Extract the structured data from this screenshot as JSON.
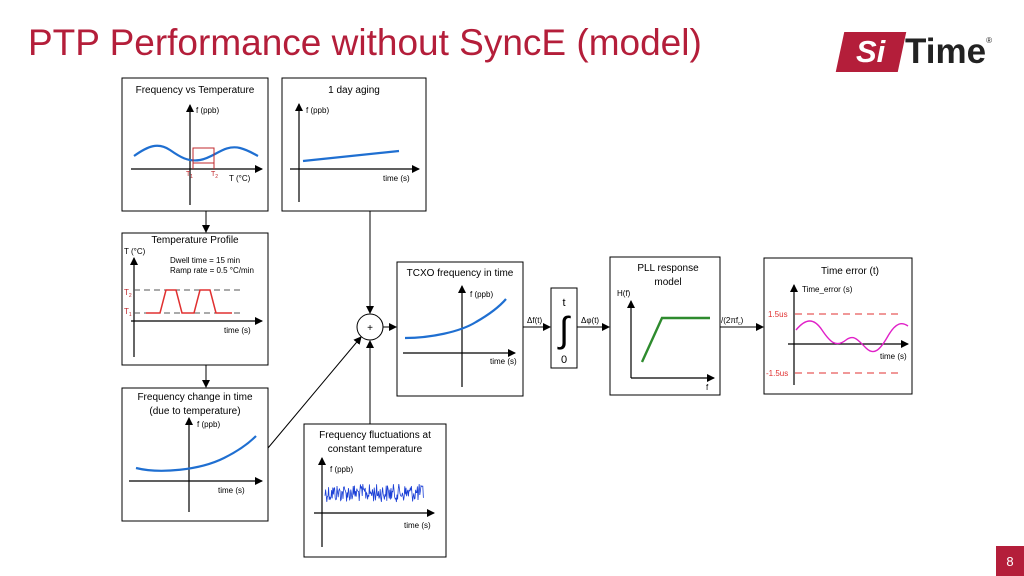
{
  "slide": {
    "title": "PTP Performance without SyncE (model)",
    "page_number": "8",
    "logo": {
      "mark": "Si",
      "text": "Time"
    }
  },
  "colors": {
    "accent": "#b41e3a",
    "curve_blue": "#1f6fd1",
    "noise_blue": "#1a3fd6",
    "pll_green": "#2e8b2e",
    "error_magenta": "#e020c8",
    "limit_red": "#e03030"
  },
  "blocks": {
    "freq_vs_temp": {
      "title": "Frequency vs Temperature",
      "ylabel": "f (ppb)",
      "xlabel": "T (°C)",
      "t1": "T",
      "t1_sub": "1",
      "t2": "T",
      "t2_sub": "2"
    },
    "aging": {
      "title": "1 day aging",
      "ylabel": "f (ppb)",
      "xlabel": "time (s)"
    },
    "temp_profile": {
      "title": "Temperature Profile",
      "ylabel": "T (°C)",
      "note1": "Dwell time = 15 min",
      "note2": "Ramp rate = 0.5 °C/min",
      "t2": "T",
      "t2_sub": "2",
      "t1": "T",
      "t1_sub": "1",
      "xlabel": "time (s)"
    },
    "freq_change": {
      "title_line1": "Frequency change in time",
      "title_line2": "(due to temperature)",
      "ylabel": "f (ppb)",
      "xlabel": "time (s)"
    },
    "fluctuations": {
      "title_line1": "Frequency fluctuations at",
      "title_line2": "constant temperature",
      "ylabel": "f (ppb)",
      "xlabel": "time (s)"
    },
    "sum": {
      "symbol": "+"
    },
    "tcxo": {
      "title": "TCXO frequency in time",
      "ylabel": "f (ppb)",
      "xlabel": "time (s)"
    },
    "integrator": {
      "upper": "t",
      "symbol": "∫",
      "lower": "0"
    },
    "pll": {
      "title_line1": "PLL response",
      "title_line2": "model",
      "ylabel": "H(f)",
      "xlabel": "f"
    },
    "time_error": {
      "title": "Time error (t)",
      "ylabel": "Time_error (s)",
      "xlabel": "time (s)",
      "upper_limit": "1.5us",
      "lower_limit": "-1.5us"
    }
  },
  "signals": {
    "delta_f": "Δf(t)",
    "delta_phi": "Δφ(t)",
    "scale_prefix": "/(2πf",
    "scale_sub": "c",
    "scale_suffix": ")"
  }
}
